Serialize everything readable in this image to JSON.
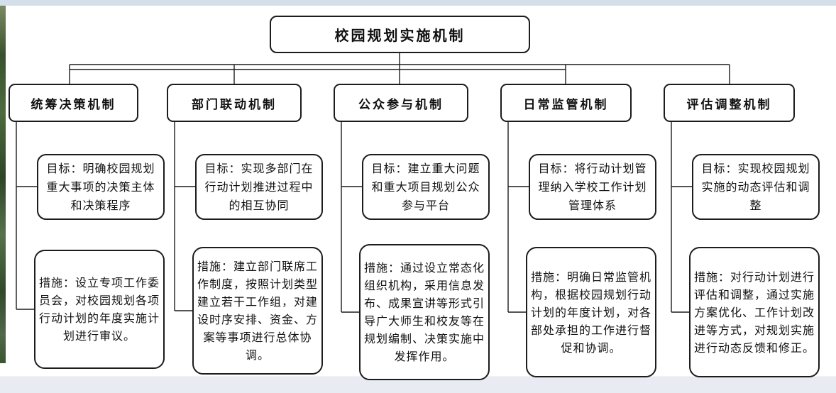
{
  "title": "校园规划实施机制",
  "branches": [
    {
      "name": "统筹决策机制",
      "goal": "目标：明确校园规划重大事项的决策主体和决策程序",
      "measure": "措施：设立专项工作委员会，对校园规划各项行动计划的年度实施计划进行审议。"
    },
    {
      "name": "部门联动机制",
      "goal": "目标：实现多部门在行动计划推进过程中的相互协同",
      "measure": "措施：建立部门联席工作制度，按照计划类型建立若干工作组，对建设时序安排、资金、方案等事项进行总体协调。"
    },
    {
      "name": "公众参与机制",
      "goal": "目标：建立重大问题和重大项目规划公众参与平台",
      "measure": "措施：通过设立常态化组织机构，采用信息发布、成果宣讲等形式引导广大师生和校友等在规划编制、决策实施中发挥作用。"
    },
    {
      "name": "日常监管机制",
      "goal": "目标：将行动计划管理纳入学校工作计划管理体系",
      "measure": "措施：明确日常监管机构，根据校园规划行动计划的年度计划，对各部处承担的工作进行督促和协调。"
    },
    {
      "name": "评估调整机制",
      "goal": "目标：实现校园规划实施的动态评估和调整",
      "measure": "措施：对行动计划进行评估和调整，通过实施方案优化、工作计划改进等方式，对规划实施进行动态反馈和修正。"
    }
  ],
  "colors": {
    "line": "#1c1c1c",
    "box_background": "#ffffff",
    "top_edge_strip": "#d5dfe9",
    "bottom_edge_strip": "#e9ebf3",
    "left_edge_strip_green": "#3a5531"
  }
}
